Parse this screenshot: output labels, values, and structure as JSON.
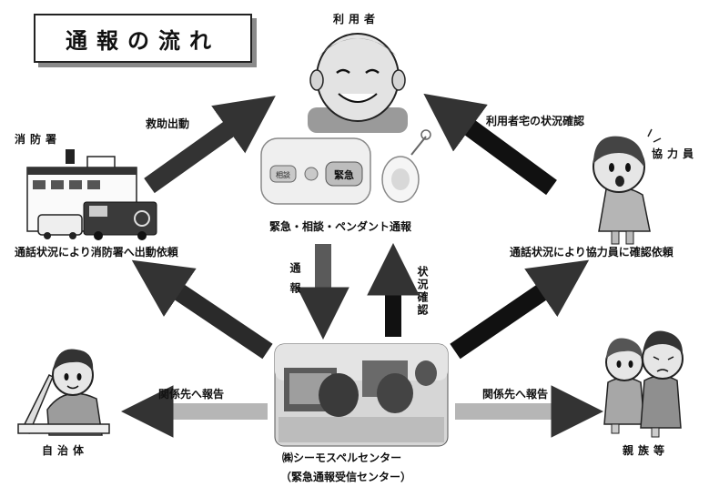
{
  "title": "通報の流れ",
  "nodes": {
    "user": "利用者",
    "fire": "消防署",
    "helper": "協力員",
    "municipality": "自治体",
    "family": "親族等",
    "center_line1": "㈱シーモスペルセンター",
    "center_line2": "（緊急通報受信センター）"
  },
  "device": {
    "caption": "緊急・相談・ペンダント通報",
    "button_consult": "相談",
    "button_emergency": "緊急"
  },
  "edges": {
    "rescue": "救助出動",
    "home_check": "利用者宅の状況確認",
    "fire_request": "通話状況により消防署へ出動依頼",
    "helper_request": "通話状況により協力員に確認依頼",
    "report_left": "関係先へ報告",
    "report_right": "関係先へ報告",
    "notify": "通報",
    "status_check": "状況確認"
  }
}
